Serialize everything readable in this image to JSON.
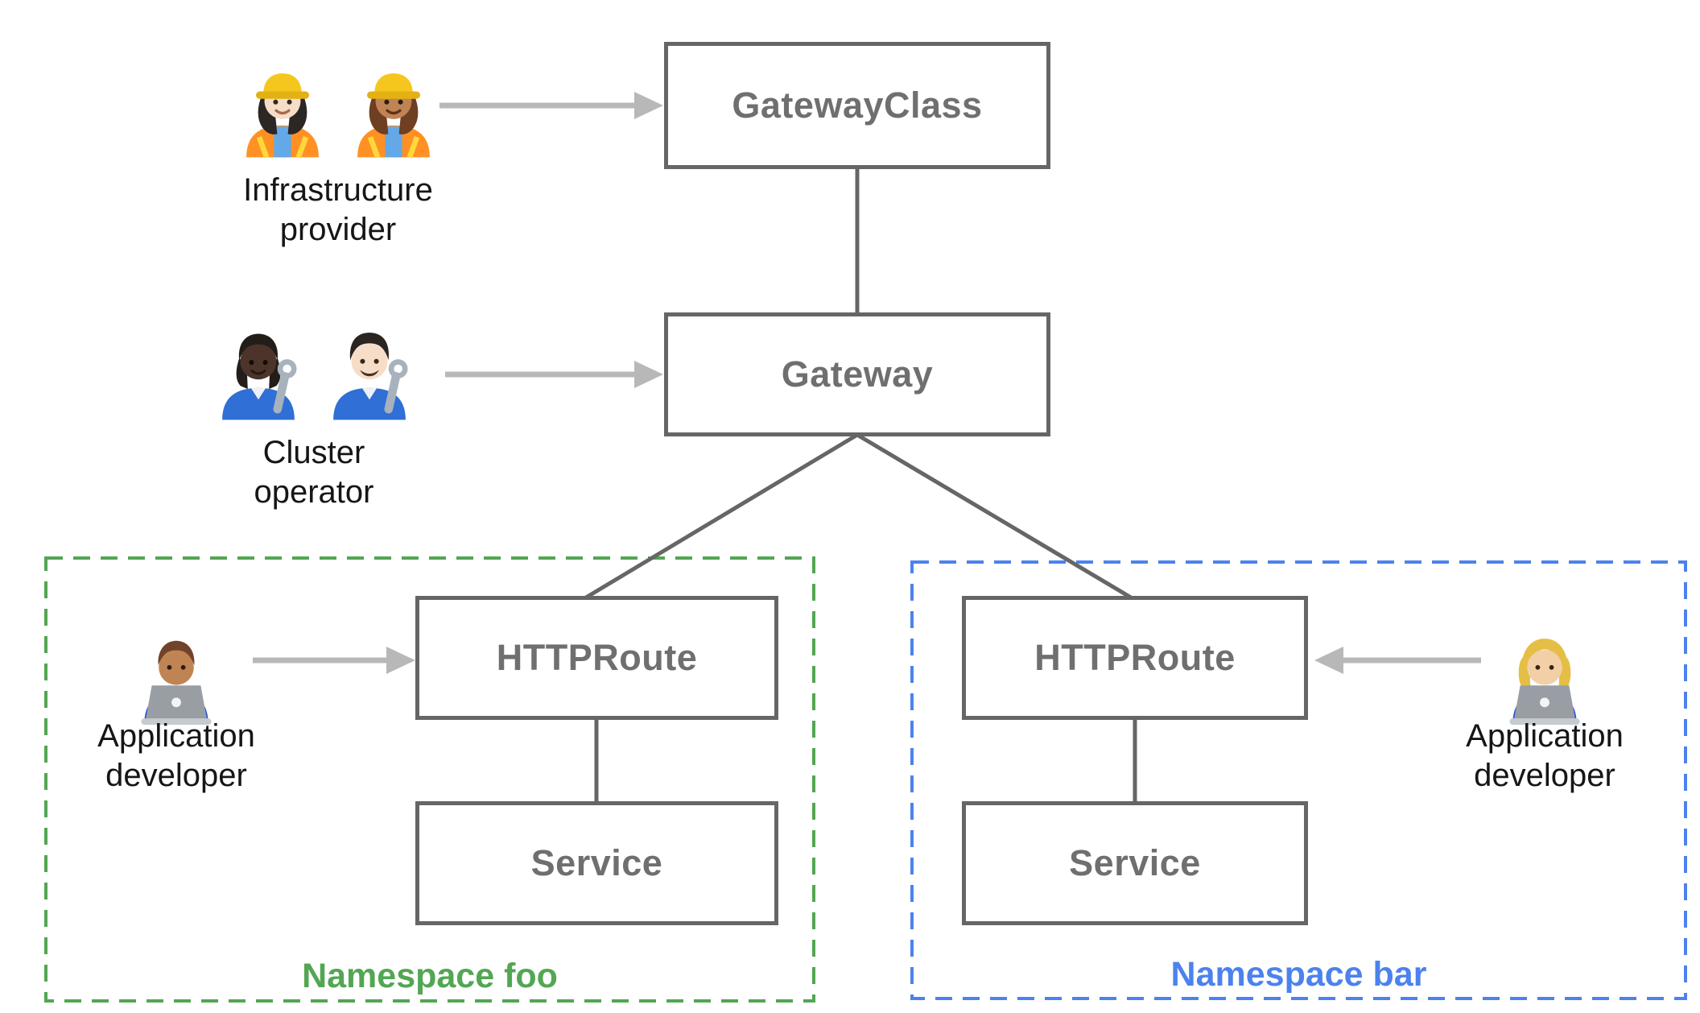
{
  "nodes": {
    "gatewayclass": {
      "label": "GatewayClass"
    },
    "gateway": {
      "label": "Gateway"
    },
    "httproute_foo": {
      "label": "HTTPRoute"
    },
    "service_foo": {
      "label": "Service"
    },
    "httproute_bar": {
      "label": "HTTPRoute"
    },
    "service_bar": {
      "label": "Service"
    }
  },
  "namespaces": {
    "foo": {
      "label": "Namespace foo",
      "color": "#53a653"
    },
    "bar": {
      "label": "Namespace bar",
      "color": "#4c82ed"
    }
  },
  "personas": {
    "infrastructure_provider": {
      "label": "Infrastructure provider",
      "emoji": "👷🏻‍♀️👷🏽‍♀️",
      "icons": [
        "woman-construction-worker-light-emoji",
        "woman-construction-worker-medium-emoji"
      ]
    },
    "cluster_operator": {
      "label": "Cluster operator",
      "emoji": "🧑🏿‍🔧👨🏻‍🔧",
      "icons": [
        "person-mechanic-dark-emoji",
        "man-mechanic-light-emoji"
      ]
    },
    "app_developer_foo": {
      "label": "Application developer",
      "emoji": "👨🏽‍💻",
      "icons": [
        "man-technologist-medium-emoji"
      ]
    },
    "app_developer_bar": {
      "label": "Application developer",
      "emoji": "👩🏼‍💻",
      "icons": [
        "woman-technologist-blonde-emoji"
      ]
    }
  },
  "colors": {
    "connector_line": "#666666",
    "node_border": "#666666",
    "node_text": "#6f6f6f",
    "persona_arrow": "#b8b8b8",
    "persona_text": "#161616",
    "namespace_foo": "#53a653",
    "namespace_bar": "#4c82ed",
    "background": "#ffffff"
  }
}
